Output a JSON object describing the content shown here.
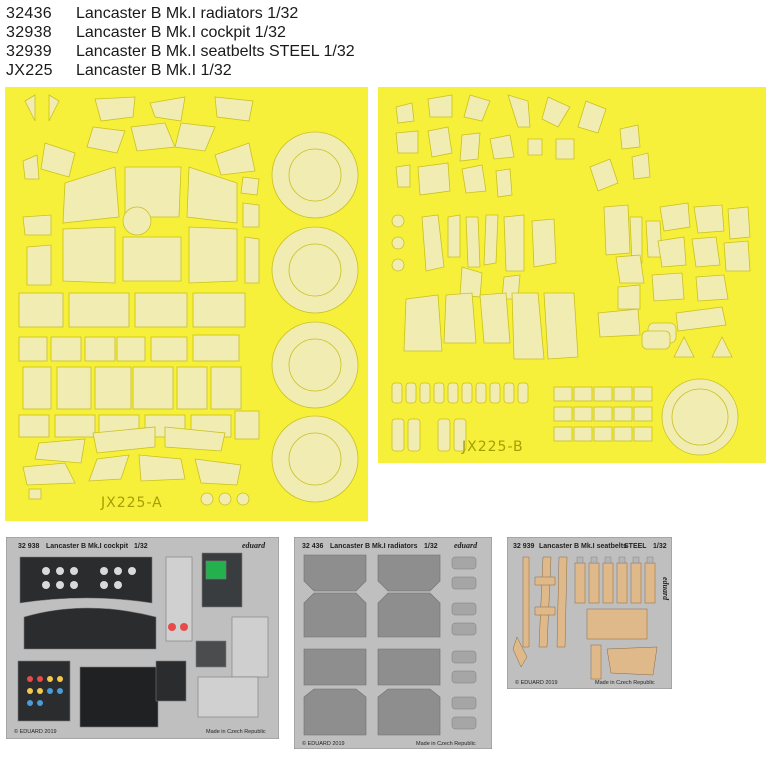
{
  "products": [
    {
      "code": "32436",
      "name": "Lancaster B Mk.I radiators 1/32"
    },
    {
      "code": "32938",
      "name": "Lancaster B Mk.I cockpit 1/32"
    },
    {
      "code": "32939",
      "name": "Lancaster B Mk.I seatbelts STEEL 1/32"
    },
    {
      "code": "JX225",
      "name": "Lancaster B Mk.I 1/32"
    }
  ],
  "masks": {
    "a_label": "JX225-A",
    "b_label": "JX225-B",
    "colors": {
      "sheet": "#f7f03a",
      "mask": "#f1ecb2",
      "outline": "#c9c11d"
    }
  },
  "frets": {
    "cockpit": {
      "code": "32 938",
      "title": "Lancaster B Mk.I cockpit",
      "scale": "1/32",
      "brand": "eduard",
      "copyright": "© EDUARD 2019",
      "origin": "Made in Czech Republic"
    },
    "radiators": {
      "code": "32 436",
      "title": "Lancaster B Mk.I radiators",
      "scale": "1/32",
      "brand": "eduard",
      "copyright": "© EDUARD 2019",
      "origin": "Made in Czech Republic"
    },
    "seatbelts": {
      "code": "32 939",
      "title": "Lancaster B Mk.I seatbelts",
      "material": "STEEL",
      "scale": "1/32",
      "brand": "eduard",
      "copyright": "© EDUARD 2019",
      "origin": "Made in Czech Republic"
    }
  }
}
